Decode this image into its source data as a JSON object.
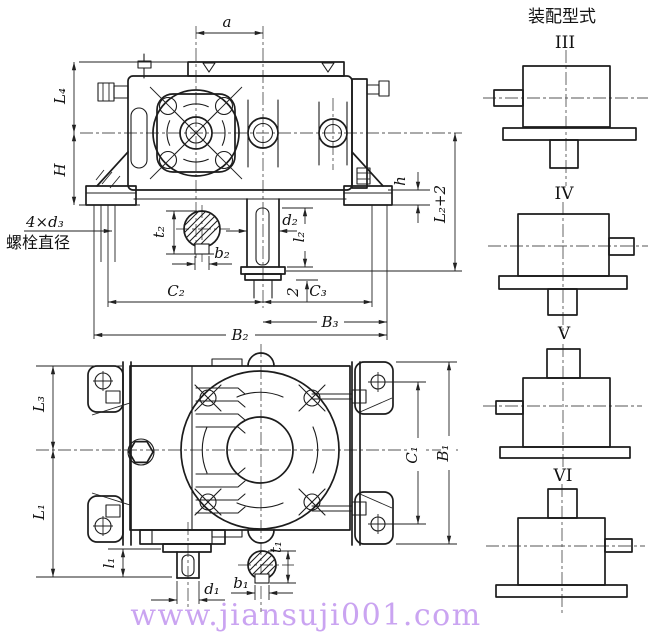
{
  "front_view": {
    "labels": {
      "a": "a",
      "L4": "L₄",
      "H": "H",
      "bolt_callout_line1": "4×d₃",
      "bolt_callout_line2": "螺栓直径",
      "t2": "t₂",
      "b2": "b₂",
      "d2": "d₂",
      "l2": "l₂",
      "clearance": "2",
      "C2": "C₂",
      "C3": "C₃",
      "B3": "B₃",
      "B2": "B₂",
      "h": "h",
      "L2plus2": "L₂+2"
    }
  },
  "plan_view": {
    "labels": {
      "L3": "L₃",
      "L1": "L₁",
      "l1": "l₁",
      "d1": "d₁",
      "b1": "b₁",
      "t1": "t₁",
      "C1": "C₁",
      "B1": "B₁"
    }
  },
  "assembly_panel": {
    "title": "装配型式",
    "types": [
      {
        "label": "III"
      },
      {
        "label": "IV"
      },
      {
        "label": "V"
      },
      {
        "label": "VI"
      }
    ]
  },
  "watermark": {
    "text": "www.jiansuji001.com",
    "color": "#c49af0"
  }
}
